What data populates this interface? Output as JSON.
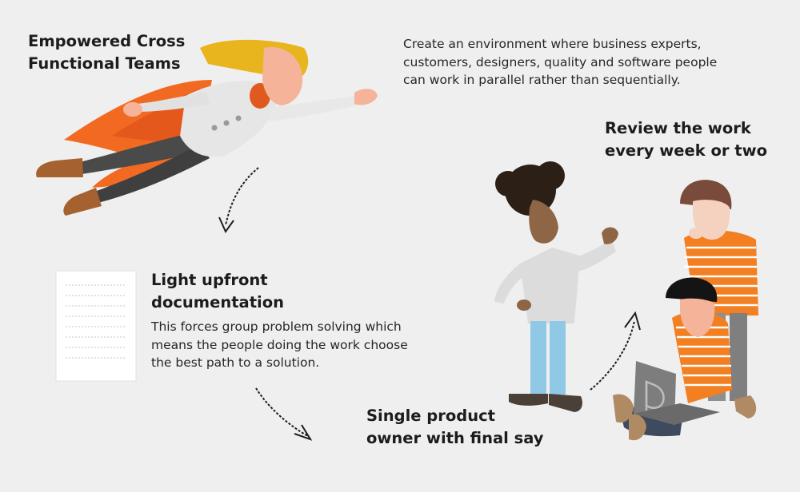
{
  "sections": {
    "teams": {
      "heading_line1": "Empowered Cross",
      "heading_line2": "Functional Teams",
      "description_lines": [
        "Create an environment where business experts,",
        "customers, designers, quality and software people",
        "can work in parallel rather than sequentially."
      ]
    },
    "review": {
      "heading_line1": "Review the work",
      "heading_line2": "every week or two"
    },
    "documentation": {
      "heading_line1": "Light upfront",
      "heading_line2": "documentation",
      "description_lines": [
        "This forces group problem solving which",
        "means the people doing the work choose",
        "the best path to a solution."
      ]
    },
    "owner": {
      "heading_line1": "Single product",
      "heading_line2": "owner with final say"
    }
  },
  "colors": {
    "background": "#efefef",
    "text": "#1c1c1c",
    "cape": "#f26a21",
    "hair": "#e8b51e",
    "skin": "#f5b49a",
    "orange_stripes": "#f27f21"
  },
  "icons": {
    "superhero": "flying-superhero-illustration",
    "document": "document-page-icon",
    "team": "team-meeting-illustration",
    "laptop_logo": "brand-logo-icon"
  }
}
